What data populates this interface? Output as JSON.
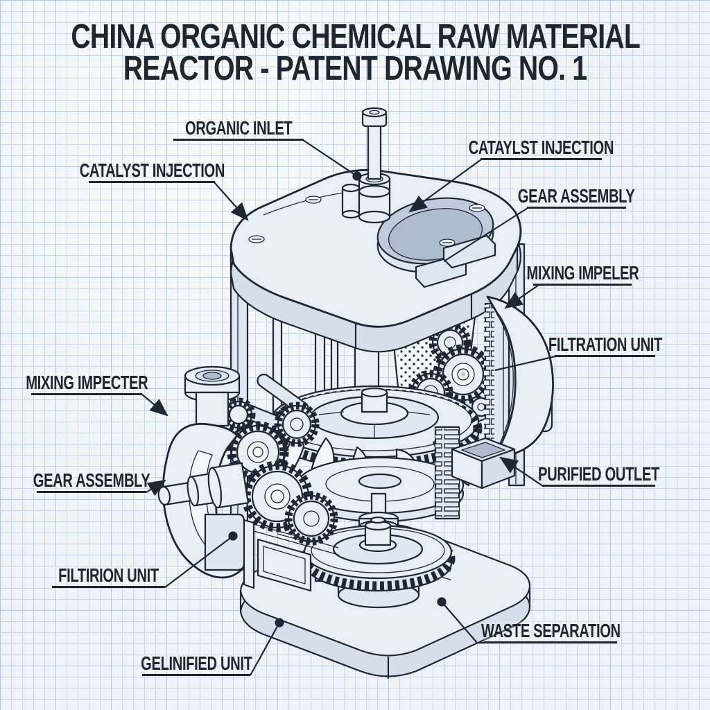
{
  "title": {
    "line1": "CHINA ORGANIC CHEMICAL RAW MATERIAL",
    "line2": "REACTOR - PATENT DRAWING NO. 1"
  },
  "labels": [
    {
      "id": "organic-inlet",
      "text": "ORGANIC INLET"
    },
    {
      "id": "catalyst-injection-left",
      "text": "CATALYST INJECTION"
    },
    {
      "id": "catalyst-injection-right",
      "text": "CATAYLST INJECTION"
    },
    {
      "id": "gear-assembly-right",
      "text": "GEAR ASSEMBLY"
    },
    {
      "id": "mixing-impeller-right",
      "text": "MIXING IMPELER"
    },
    {
      "id": "filtration-unit-right",
      "text": "FILTRATION UNIT"
    },
    {
      "id": "mixing-impeller-left",
      "text": "MIXING IMPECTER"
    },
    {
      "id": "gear-assembly-left",
      "text": "GEAR ASSEMBLY"
    },
    {
      "id": "purified-outlet",
      "text": "PURIFIED OUTLET"
    },
    {
      "id": "filtration-unit-left",
      "text": "FILTIRION UNIT"
    },
    {
      "id": "waste-separation",
      "text": "WASTE SEPARATION"
    },
    {
      "id": "gelinified-unit",
      "text": "GELINIFIED UNIT"
    }
  ],
  "colors": {
    "ink": "#1e2733",
    "text": "#20262d",
    "paper": "#eff2f6",
    "grid_minor": "#ccd7e4",
    "grid_major": "#94aac6",
    "fill_light": "#e9eef5",
    "fill_shade": "#d5dee9"
  }
}
